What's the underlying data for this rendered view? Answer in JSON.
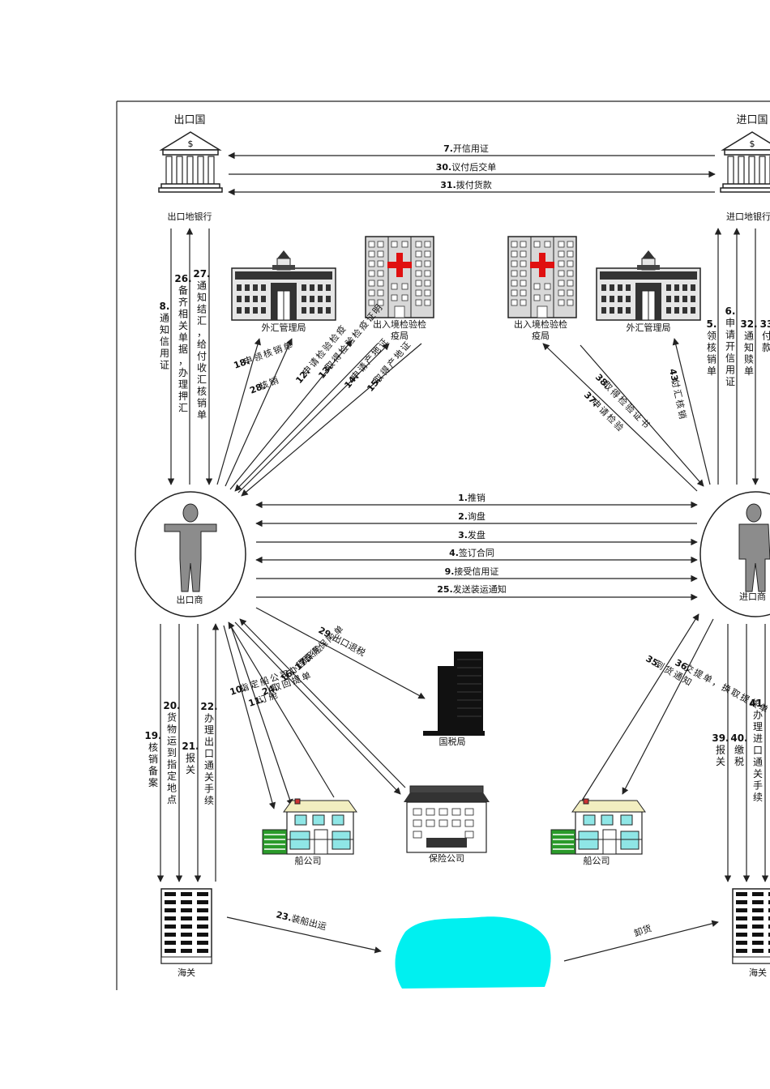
{
  "countries": {
    "export": "出口国",
    "import": "进口国"
  },
  "entities": {
    "export_bank": "出口地银行",
    "import_bank": "进口地银行",
    "exporter": "出口商",
    "importer": "进口商",
    "forex_left": "外汇管理局",
    "forex_right": "外汇管理局",
    "quarantine_left_1": "出入境检验检",
    "quarantine_left_2": "疫局",
    "quarantine_right_1": "出入境检验检",
    "quarantine_right_2": "疫局",
    "tax_bureau": "国税局",
    "ship_left": "船公司",
    "ship_right": "船公司",
    "insurance": "保险公司",
    "customs_left": "海关",
    "customs_right": "海关"
  },
  "bank_arrows": [
    {
      "num": "7.",
      "text": "开信用证"
    },
    {
      "num": "30.",
      "text": "议付后交单"
    },
    {
      "num": "31.",
      "text": "拨付货款"
    }
  ],
  "trade_arrows": [
    {
      "num": "1.",
      "text": "推销"
    },
    {
      "num": "2.",
      "text": "询盘"
    },
    {
      "num": "3.",
      "text": "发盘"
    },
    {
      "num": "4.",
      "text": "签订合同"
    },
    {
      "num": "9.",
      "text": "接受信用证"
    },
    {
      "num": "25.",
      "text": "发送装运通知"
    }
  ],
  "vertical_labels": {
    "l8": {
      "num": "8.",
      "text": "通知信用证"
    },
    "l26": {
      "num": "26.",
      "text": "备齐相关单据，办理押汇"
    },
    "l27": {
      "num": "27.",
      "text": "通知结汇，给付收汇核销单"
    },
    "l5": {
      "num": "5.",
      "text": "领核销单"
    },
    "l6": {
      "num": "6.",
      "text": "申请开信用证"
    },
    "l32": {
      "num": "32.",
      "text": "通知赎单"
    },
    "l33": {
      "num": "33",
      "text": "付款"
    },
    "l19": {
      "num": "19.",
      "text": "核销备案"
    },
    "l20": {
      "num": "20.",
      "text": "货物运到指定地点"
    },
    "l21": {
      "num": "21.",
      "text": "报关"
    },
    "l22": {
      "num": "22.",
      "text": "办理出口通关手续"
    },
    "l39": {
      "num": "39.",
      "text": "报关"
    },
    "l40": {
      "num": "40.",
      "text": "缴税"
    },
    "l41": {
      "num": "41.",
      "text": "办理进口通关手续"
    },
    "l10": {
      "num": "10.",
      "text": "指定船公司"
    },
    "l11": {
      "num": "11.",
      "text": "订舱"
    },
    "l24": {
      "num": "24.",
      "text": "取回提单"
    },
    "l16": {
      "num": "16.",
      "text": "办理保险"
    },
    "l17": {
      "num": "17.",
      "text": "取得保险单"
    },
    "l35": {
      "num": "35.",
      "text": "到货通知"
    },
    "l36": {
      "num": "36.",
      "text": "交提单，换取提货单"
    }
  },
  "diagonal_labels": {
    "l18": {
      "num": "18.",
      "text": "申领核销单"
    },
    "l28": {
      "num": "28.",
      "text": "核销"
    },
    "l12": {
      "num": "12.",
      "text": "申请检验检疫"
    },
    "l13": {
      "num": "13.",
      "text": "取得检验检疫证明"
    },
    "l14": {
      "num": "14.",
      "text": "申请产地证"
    },
    "l15": {
      "num": "15.",
      "text": "取得产地证"
    },
    "l37": {
      "num": "37.",
      "text": "申请检验"
    },
    "l38": {
      "num": "38.",
      "text": "取得检验证书"
    },
    "l43": {
      "num": "43.",
      "text": "付汇核销"
    },
    "l29": {
      "num": "29.",
      "text": "出口退税"
    },
    "l23": {
      "num": "23.",
      "text": "装船出运"
    },
    "unload": {
      "num": "",
      "text": "卸货"
    }
  },
  "colors": {
    "line": "#222222",
    "figure": "#8c8c8c",
    "sea": "#00f0f0",
    "red_cross": "#e01010",
    "house_roof": "#f2eec0",
    "house_window": "#8fe6e6",
    "building_grey": "#d8d8d8"
  }
}
